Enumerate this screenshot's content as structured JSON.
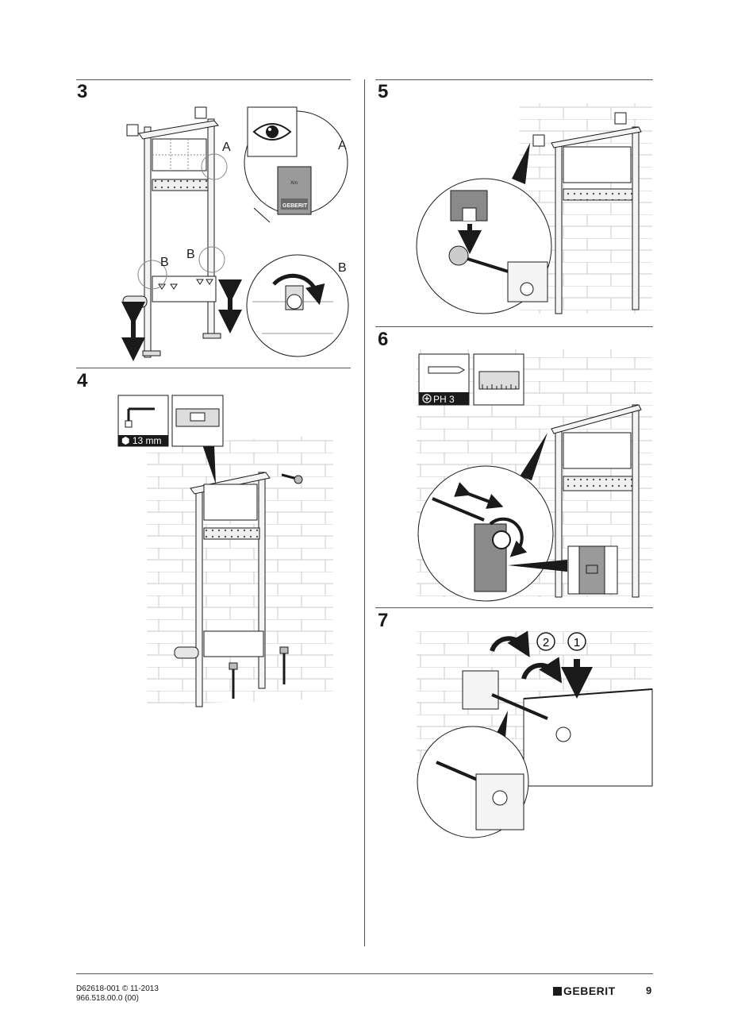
{
  "steps": [
    {
      "number": "3",
      "labels": {
        "a": "A",
        "b": "B",
        "a_callout": "A",
        "b_callout": "B"
      },
      "plate_text": "GEBERIT",
      "plate_small": "Xm"
    },
    {
      "number": "4",
      "tool_caption": "13 mm"
    },
    {
      "number": "5"
    },
    {
      "number": "6",
      "tool_caption": "PH 3"
    },
    {
      "number": "7",
      "markers": [
        "2",
        "1"
      ]
    }
  ],
  "footer": {
    "doc_line1": "D62618-001 © 11-2013",
    "doc_line2": "966.518.00.0 (00)",
    "brand": "GEBERIT",
    "page": "9"
  },
  "colors": {
    "ink": "#1a1a1a",
    "wall": "#c8c8c8",
    "frame_fill": "#f4f4f4",
    "panel_gray": "#8a8a8a"
  },
  "icons": [
    "eye-icon",
    "hex-wrench-icon",
    "spirit-level-icon",
    "phillips-screwdriver-icon",
    "ruler-icon",
    "rotate-arrow-icon",
    "double-arrow-icon"
  ]
}
